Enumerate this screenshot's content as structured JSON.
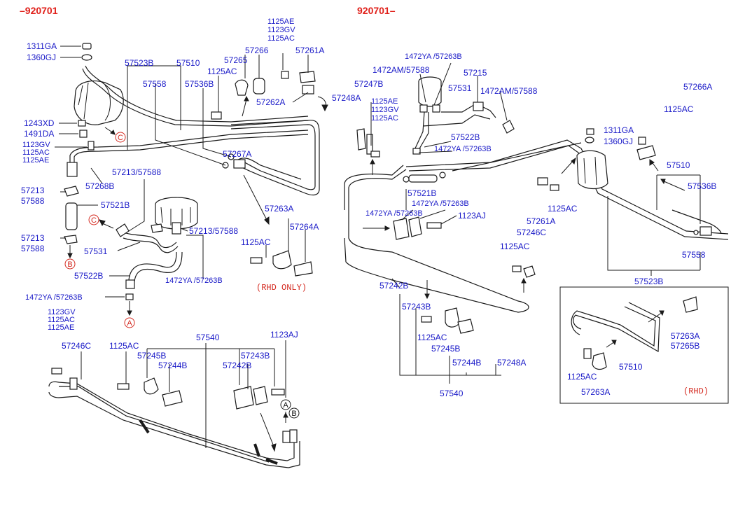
{
  "headers": {
    "left": "–920701",
    "right": "920701–"
  },
  "rhd_only": "(RHD ONLY)",
  "rhd": "(RHD)",
  "circle_refs": {
    "A": "A",
    "B": "B",
    "C": "C"
  },
  "labels": {
    "l_1311ga": "1311GA",
    "l_1360gj": "1360GJ",
    "l_1243xd": "1243XD",
    "l_1491da": "1491DA",
    "l_1123gv": "1123GV",
    "l_1125ac": "1125AC",
    "l_1125ae": "1125AE",
    "l_57523b": "57523B",
    "l_57510": "57510",
    "l_57558": "57558",
    "l_57536b": "57536B",
    "l_1125ac_t": "1125AC",
    "l_57265": "57265",
    "l_57266": "57266",
    "l_57261a": "57261A",
    "l_1125ae_t": "1125AE",
    "l_1123gv_t": "1123GV",
    "l_1125ac_t2": "1125AC",
    "l_57262a": "57262A",
    "l_57267a": "57267A",
    "l_57268b": "57268B",
    "l_57213_57588_a": "57213/57588",
    "l_57213_a": "57213",
    "l_57588_a": "57588",
    "l_57521b": "57521B",
    "l_57213_b": "57213",
    "l_57588_b": "57588",
    "l_57213_57588_b": "57213/57588",
    "l_57531": "57531",
    "l_57522b": "57522B",
    "l_1472ya_57263b_a": "1472YA /57263B",
    "l_1472ya_57263b_b": "1472YA /57263B",
    "l_57263a": "57263A",
    "l_57264a": "57264A",
    "l_1125ac_m": "1125AC",
    "l_1123gv_b": "1123GV",
    "l_1125ac_b": "1125AC",
    "l_1125ae_b": "1125AE",
    "l_57246c": "57246C",
    "l_1125ac_b2": "1125AC",
    "l_57540": "57540",
    "l_57245b": "57245B",
    "l_57244b": "57244B",
    "l_57242b": "57242B",
    "l_57243b": "57243B",
    "l_1123aj": "1123AJ",
    "r_1472ya_57263b_1": "1472YA /57263B",
    "r_1472am_57588_1": "1472AM/57588",
    "r_57215": "57215",
    "r_57247b": "57247B",
    "r_57531": "57531",
    "r_1472am_57588_2": "1472AM/57588",
    "r_57248a": "57248A",
    "r_1125ae": "1125AE",
    "r_1123gv": "1123GV",
    "r_1125ac": "1125AC",
    "r_57522b": "57522B",
    "r_1472ya_57263b_2": "1472YA /57263B",
    "r_57521b": "57521B",
    "r_1472ya_57263b_3": "1472YA /57263B",
    "r_1472ya_57263b_4": "1472YA /57263B",
    "r_1123aj": "1123AJ",
    "r_57242b": "57242B",
    "r_57243b": "57243B",
    "r_1125ac_c": "1125AC",
    "r_57245b": "57245B",
    "r_57244b": "57244B",
    "r_57248a_b": "57248A",
    "r_57540": "57540",
    "r_1125ac_m": "1125AC",
    "r_57261a": "57261A",
    "r_57246c": "57246C",
    "r_1125ac_m2": "1125AC",
    "r_57266a": "57266A",
    "r_1125ac_r": "1125AC",
    "r_1311ga": "1311GA",
    "r_1360gj": "1360GJ",
    "r_57510": "57510",
    "r_57536b": "57536B",
    "r_57558": "57558",
    "r_57523b": "57523B",
    "r_57263a_box": "57263A",
    "r_57265b_box": "57265B",
    "r_57510_box": "57510",
    "r_1125ac_box": "1125AC",
    "r_57263a_box2": "57263A"
  }
}
